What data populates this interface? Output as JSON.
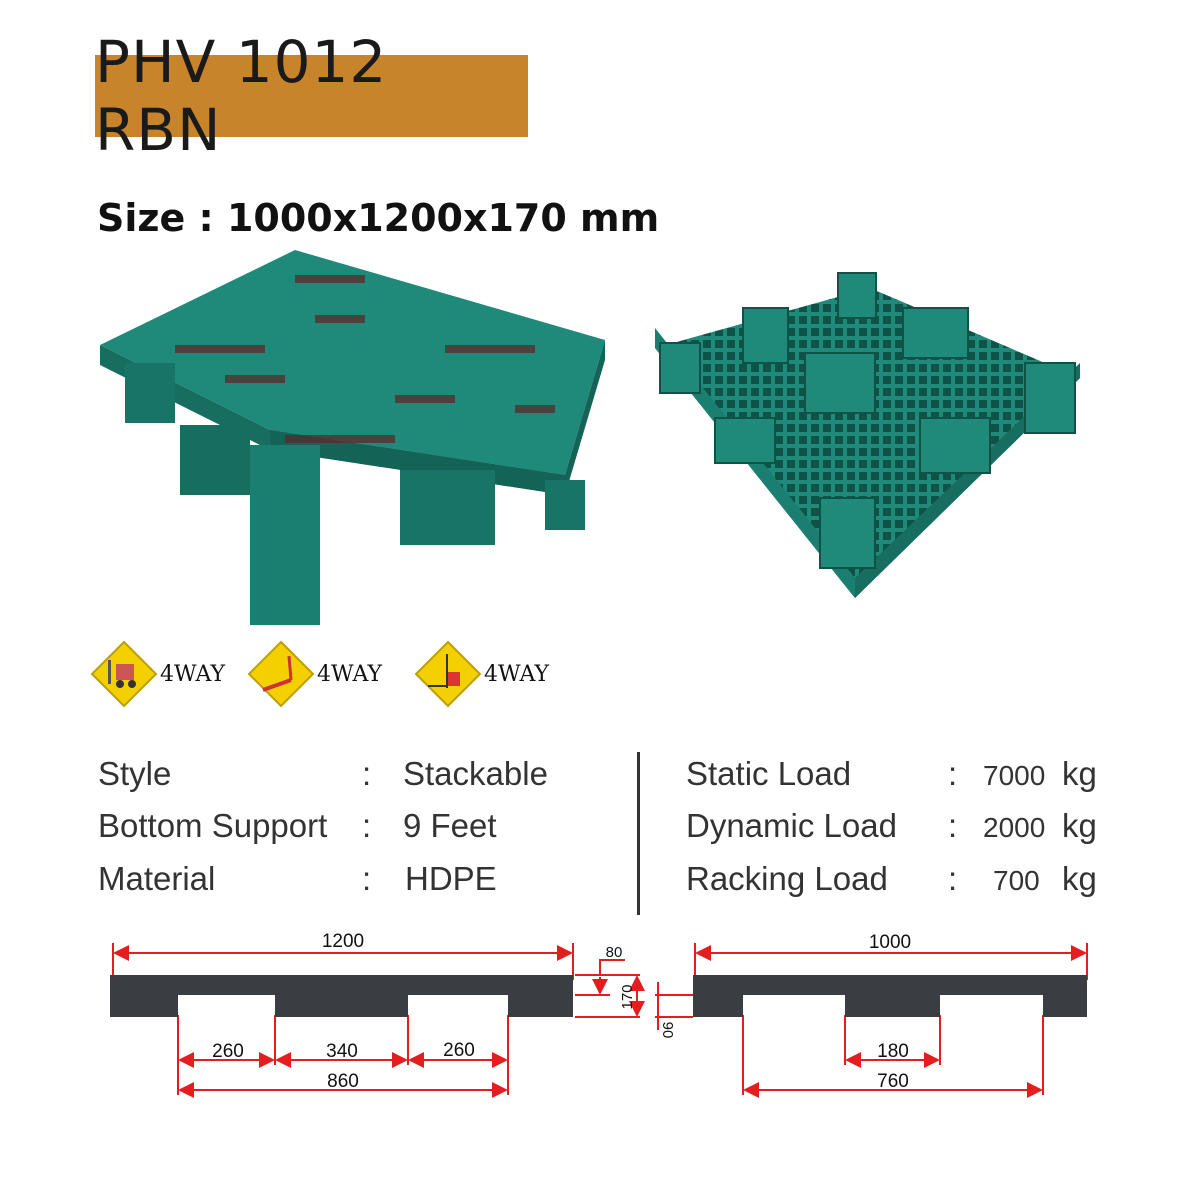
{
  "title": "PHV 1012 RBN",
  "size_label": "Size : 1000x1200x170 mm",
  "colors": {
    "title_bg": "#c8842a",
    "pallet": "#1f8a7a",
    "dimension": "#e41e1e",
    "profile": "#3a3d42",
    "sign": "#f5d000"
  },
  "handling": [
    {
      "icon": "forklift-icon",
      "label": "4WAY"
    },
    {
      "icon": "hand-pallet-truck-icon",
      "label": "4WAY"
    },
    {
      "icon": "electric-stacker-icon",
      "label": "4WAY"
    }
  ],
  "specs_left": [
    {
      "label": "Style",
      "sep": ":",
      "value": "Stackable"
    },
    {
      "label": "Bottom Support",
      "sep": ":",
      "value": "9 Feet"
    },
    {
      "label": "Material",
      "sep": ":",
      "value": "HDPE"
    }
  ],
  "specs_right": [
    {
      "label": "Static Load",
      "sep": ":",
      "value": "7000",
      "unit": "kg"
    },
    {
      "label": "Dynamic Load",
      "sep": ":",
      "value": "2000",
      "unit": "kg"
    },
    {
      "label": "Racking Load",
      "sep": ":",
      "value": "700",
      "unit": "kg"
    }
  ],
  "diagram_long": {
    "length": "1200",
    "gap1": "260",
    "mid": "340",
    "gap2": "260",
    "span": "860"
  },
  "diagram_height": {
    "deck": "80",
    "total": "170",
    "entry": "90"
  },
  "diagram_short": {
    "length": "1000",
    "mid": "180",
    "span": "760"
  }
}
